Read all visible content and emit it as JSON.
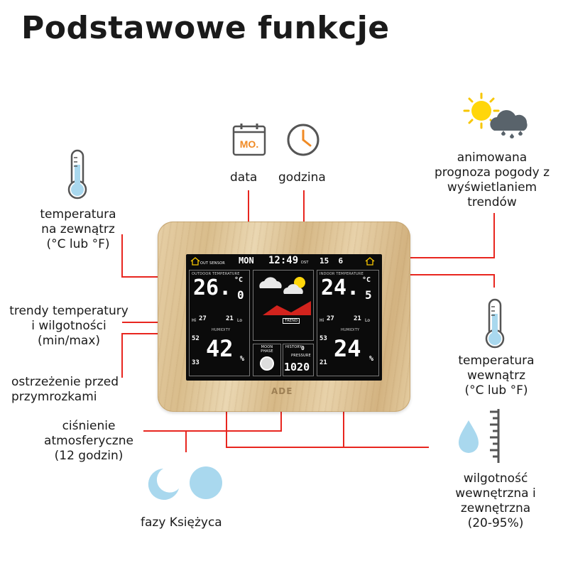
{
  "title": "Podstawowe funkcje",
  "labels": {
    "data": "data",
    "godzina": "godzina",
    "forecast": [
      "animowana",
      "prognoza pogody z",
      "wyświetlaniem",
      "trendów"
    ],
    "temp_out": [
      "temperatura",
      "na zewnątrz",
      "(°C lub °F)"
    ],
    "trends": [
      "trendy temperatury",
      "i wilgotności",
      "(min/max)"
    ],
    "frost": [
      "ostrzeżenie przed",
      "przymrozkami"
    ],
    "temp_in": [
      "temperatura",
      "wewnątrz",
      "(°C lub °F)"
    ],
    "pressure": [
      "ciśnienie",
      "atmosferyczne",
      "(12 godzin)"
    ],
    "humidity": [
      "wilgotność",
      "wewnętrzna i",
      "zewnętrzna",
      "(20-95%)"
    ],
    "moon": "fazy Księżyca"
  },
  "calendar_icon": {
    "name": "calendar-icon",
    "text": "MO."
  },
  "icons": [
    "calendar-icon",
    "clock-icon",
    "sun-cloud-rain-icon",
    "thermometer-icon",
    "water-drop-icon",
    "moon-crescent-icon",
    "full-moon-icon"
  ],
  "colors": {
    "accent": "#e8261f",
    "icon_blue": "#a9d8ee",
    "title": "#111111"
  },
  "display": {
    "out_sensor": "OUT SENSOR",
    "day": "MON",
    "time": "12:49",
    "dst": "DST",
    "date": "15  6",
    "outdoor_label": "OUTDOOR TEMPERATURE",
    "indoor_label": "INDOOR TEMPERATURE",
    "out_temp": "26.",
    "out_temp_dec": "0",
    "in_temp": "24.",
    "in_temp_dec": "5",
    "unit": "°C",
    "out_hi": "Hi",
    "out_hi_val": "27",
    "out_lo": "Lo",
    "out_lo_val": "21",
    "in_hi_val": "27",
    "in_lo_val": "21",
    "trend": "TREND",
    "humidity_label": "HUMIDITY",
    "out_hum_hi": "52",
    "out_hum_lo": "33",
    "out_hum": "42",
    "in_hum_hi": "53",
    "in_hum_lo": "21",
    "in_hum": "24",
    "pct": "%",
    "moon_phase": "MOON PHASE",
    "pressure_label": "PRESSURE",
    "pressure_val": "1020",
    "history": "HISTORY",
    "history_val": "0",
    "brand": "ADE"
  }
}
